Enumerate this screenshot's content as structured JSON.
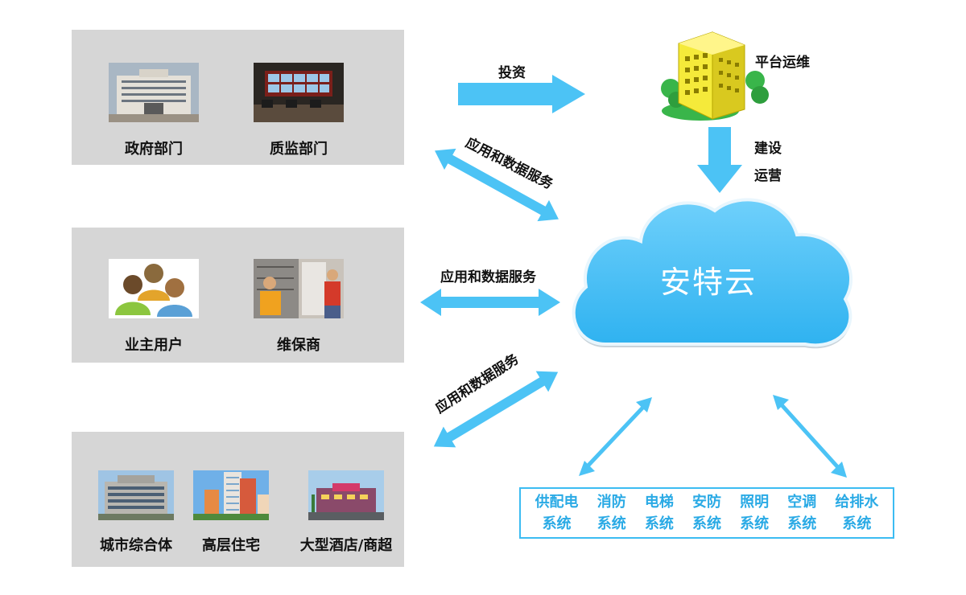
{
  "groups": [
    {
      "items": [
        {
          "label": "政府部门",
          "icon": "government-building-photo"
        },
        {
          "label": "质监部门",
          "icon": "control-room-photo"
        }
      ]
    },
    {
      "items": [
        {
          "label": "业主用户",
          "icon": "users-group-icon"
        },
        {
          "label": "维保商",
          "icon": "technician-photo"
        }
      ]
    },
    {
      "items": [
        {
          "label": "城市综合体",
          "icon": "complex-building-photo"
        },
        {
          "label": "高层住宅",
          "icon": "highrise-photo"
        },
        {
          "label": "大型酒店/商超",
          "icon": "hotel-mall-photo"
        }
      ]
    }
  ],
  "flows": {
    "invest": "投资",
    "service_1": "应用和数据服务",
    "service_2": "应用和数据服务",
    "service_3": "应用和数据服务",
    "build": "建设",
    "operate": "运营"
  },
  "platform": {
    "label": "平台运维",
    "icon": "office-building-icon"
  },
  "cloud": {
    "title": "安特云"
  },
  "systems": [
    {
      "line1": "供配电",
      "line2": "系统"
    },
    {
      "line1": "消防",
      "line2": "系统"
    },
    {
      "line1": "电梯",
      "line2": "系统"
    },
    {
      "line1": "安防",
      "line2": "系统"
    },
    {
      "line1": "照明",
      "line2": "系统"
    },
    {
      "line1": "空调",
      "line2": "系统"
    },
    {
      "line1": "给排水",
      "line2": "系统"
    }
  ],
  "colors": {
    "arrow": "#4cc3f5",
    "cloud": "#49c0f7",
    "panel": "#d6d6d6",
    "system_text": "#2aaae5"
  }
}
